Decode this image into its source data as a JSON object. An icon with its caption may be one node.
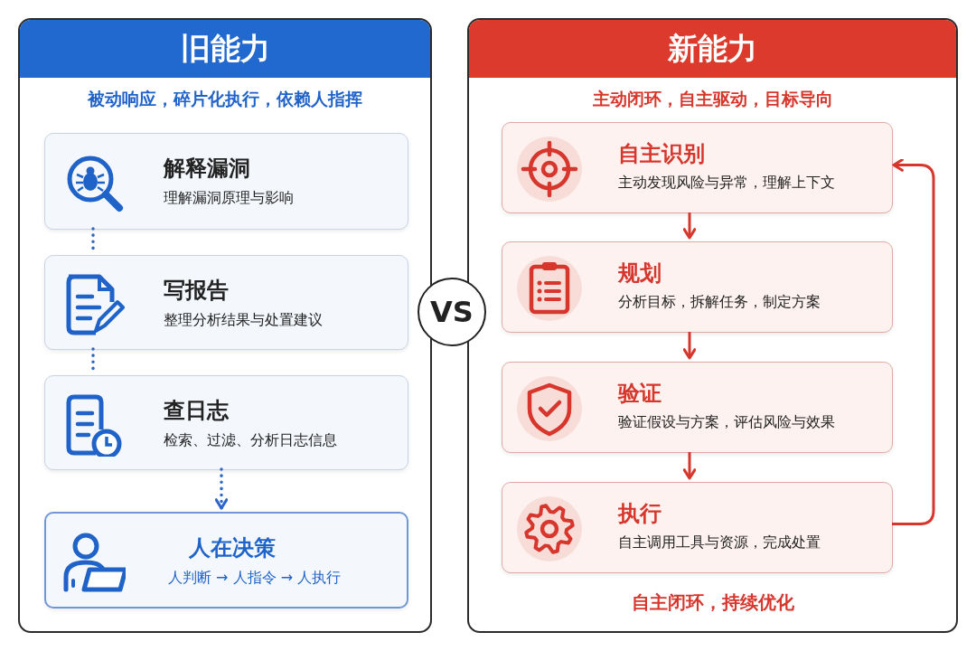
{
  "diagram": {
    "nodes": [
      {
        "text": [
          "旧能力",
          "被动响应，碎片化执行，依赖人指挥"
        ]
      },
      {
        "text": [
          "解释漏洞",
          "理解漏洞原理与影响"
        ],
        "in": 0
      },
      {
        "text": [
          "写报告",
          "整理分析结果与处置建议"
        ],
        "in": 0
      },
      {
        "text": [
          "查日志",
          "检索、过滤、分析日志信息"
        ],
        "in": 0
      },
      {
        "text": [
          "人在决策",
          "人判断 → 人指令 → 人执行"
        ],
        "in": 0
      },
      {
        "text": [
          "VS"
        ]
      },
      {
        "text": [
          "新能力",
          "主动闭环，自主驱动，目标导向",
          "自主闭环，持续优化"
        ]
      },
      {
        "text": [
          "自主识别",
          "主动发现风险与异常，理解上下文"
        ],
        "in": 6
      },
      {
        "text": [
          "规划",
          "分析目标，拆解任务，制定方案"
        ],
        "in": 6
      },
      {
        "text": [
          "验证",
          "验证假设与方案，评估风险与效果"
        ],
        "in": 6
      },
      {
        "text": [
          "执行",
          "自主调用工具与资源，完成处置"
        ],
        "in": 6
      }
    ],
    "edges": [
      {
        "from": 1,
        "to": 2,
        "arrow": "none",
        "style": "dashed",
        "color": "#2a67c8"
      },
      {
        "from": 2,
        "to": 3,
        "arrow": "none",
        "style": "dashed",
        "color": "#2a67c8"
      },
      {
        "from": 3,
        "to": 4,
        "arrow": "to",
        "style": "dashed",
        "color": "#2a67c8"
      },
      {
        "from": 7,
        "to": 8,
        "arrow": "to"
      },
      {
        "from": 8,
        "to": 9,
        "arrow": "to"
      },
      {
        "from": 9,
        "to": 10,
        "arrow": "to"
      },
      {
        "from": 10,
        "to": 7,
        "arrow": "to"
      }
    ]
  }
}
